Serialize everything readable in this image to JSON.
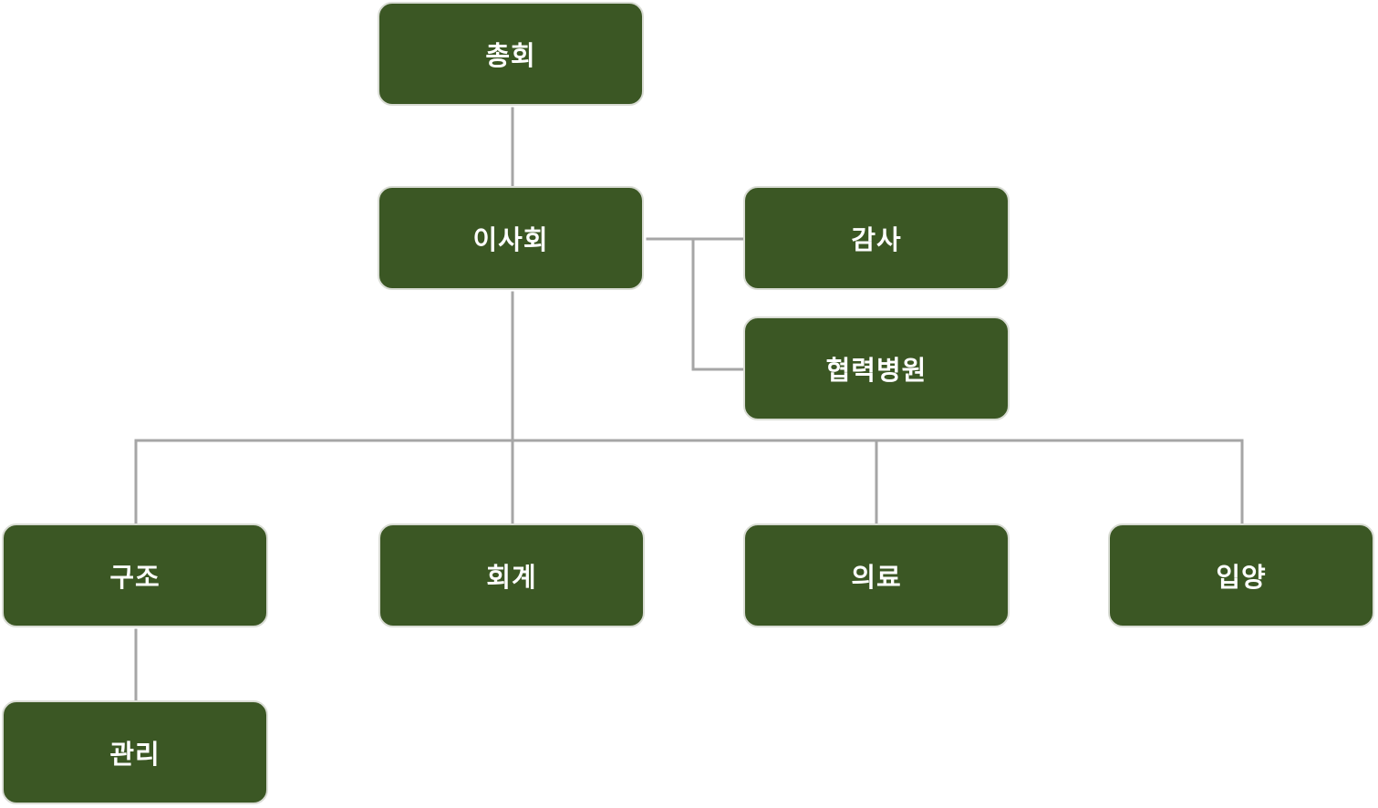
{
  "colors": {
    "node_fill": "#3b5724",
    "node_border": "#d9dcd4",
    "node_text": "#ffffff",
    "connector": "#a6a6a6"
  },
  "nodes": {
    "general_assembly": "총회",
    "board": "이사회",
    "audit": "감사",
    "partner_hospital": "협력병원",
    "rescue": "구조",
    "accounting": "회계",
    "medical": "의료",
    "adoption": "입양",
    "management": "관리"
  }
}
